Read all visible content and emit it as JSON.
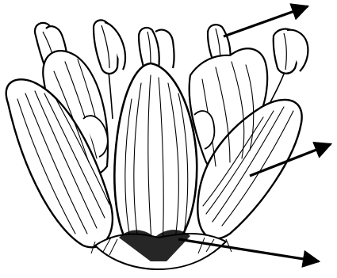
{
  "figure": {
    "subject": "flower-botanical-line-drawing",
    "ink_color": "#000000",
    "paper_color": "#ffffff",
    "pointer_arrows": [
      {
        "id": "arrow-to-anther"
      },
      {
        "id": "arrow-to-tepal"
      },
      {
        "id": "arrow-to-base"
      }
    ]
  }
}
